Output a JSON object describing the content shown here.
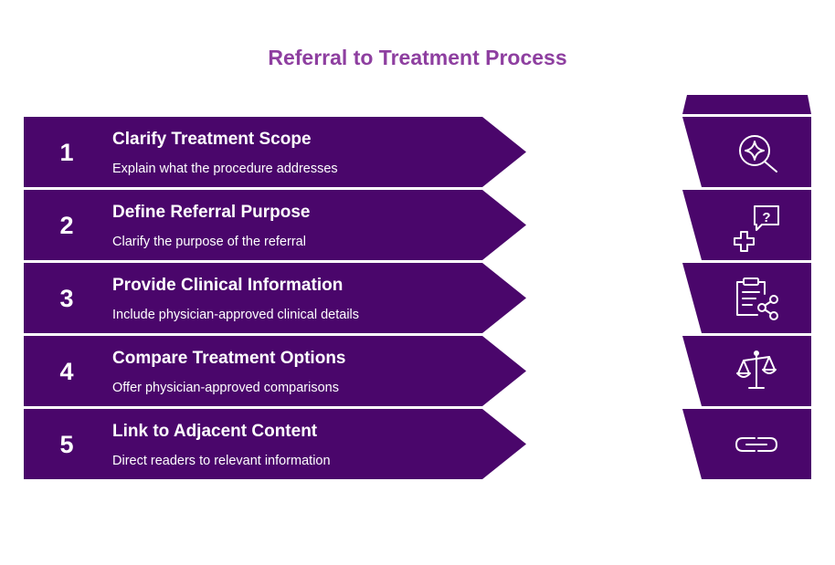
{
  "title": "Referral to Treatment Process",
  "colors": {
    "shape": "#4a066b",
    "title": "#8e3fa0",
    "text": "#ffffff"
  },
  "steps": [
    {
      "number": "1",
      "heading": "Clarify Treatment Scope",
      "description": "Explain what the procedure addresses",
      "icon": "magnifier-sparkle-icon"
    },
    {
      "number": "2",
      "heading": "Define Referral Purpose",
      "description": "Clarify the purpose of the referral",
      "icon": "medical-question-icon"
    },
    {
      "number": "3",
      "heading": "Provide Clinical Information",
      "description": "Include physician-approved clinical details",
      "icon": "clipboard-share-icon"
    },
    {
      "number": "4",
      "heading": "Compare Treatment Options",
      "description": "Offer physician-approved comparisons",
      "icon": "balance-scale-icon"
    },
    {
      "number": "5",
      "heading": "Link to Adjacent Content",
      "description": "Direct readers to relevant information",
      "icon": "link-icon"
    }
  ]
}
